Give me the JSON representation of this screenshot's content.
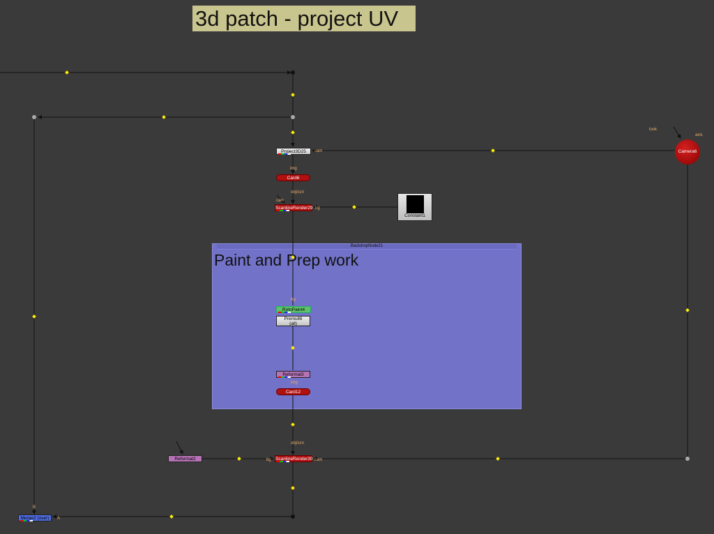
{
  "sticky_note": {
    "text": "3d patch - project UV"
  },
  "backdrop": {
    "name": "BackdropNode21",
    "label": "Paint and Prep work"
  },
  "nodes": {
    "project3d": "Project3D25",
    "card6": "Card6",
    "scanline29": "ScanlineRender29",
    "constant1": "Constant1",
    "camera6": "Camera6",
    "rotopaint4": "RotoPaint4",
    "premult6_line1": "Premult6",
    "premult6_line2": "(all)",
    "reformat3": "Reformat3",
    "card12": "Card12",
    "reformat2": "Reformat2",
    "scanline30": "ScanlineRender30",
    "merge2": "Merge2 (over)"
  },
  "input_labels": {
    "project_cam": "cam",
    "card6_img": "img",
    "scan29_objscn": "obj/scn",
    "scan29_cam": "cam",
    "scan29_bg": "bg",
    "camera_look": "look",
    "camera_axis": "axis",
    "roto_bg": "bg",
    "card12_img": "img",
    "scan30_objscn": "obj/scn",
    "scan30_bg": "bg",
    "scan30_cam": "cam",
    "merge_b": "B",
    "merge_a": "A"
  },
  "colors": {
    "background": "#3a3a3a",
    "sticky": "#c9c58f",
    "backdrop": "#7272c8",
    "edge": "#111111",
    "dot": "#ffee00"
  }
}
